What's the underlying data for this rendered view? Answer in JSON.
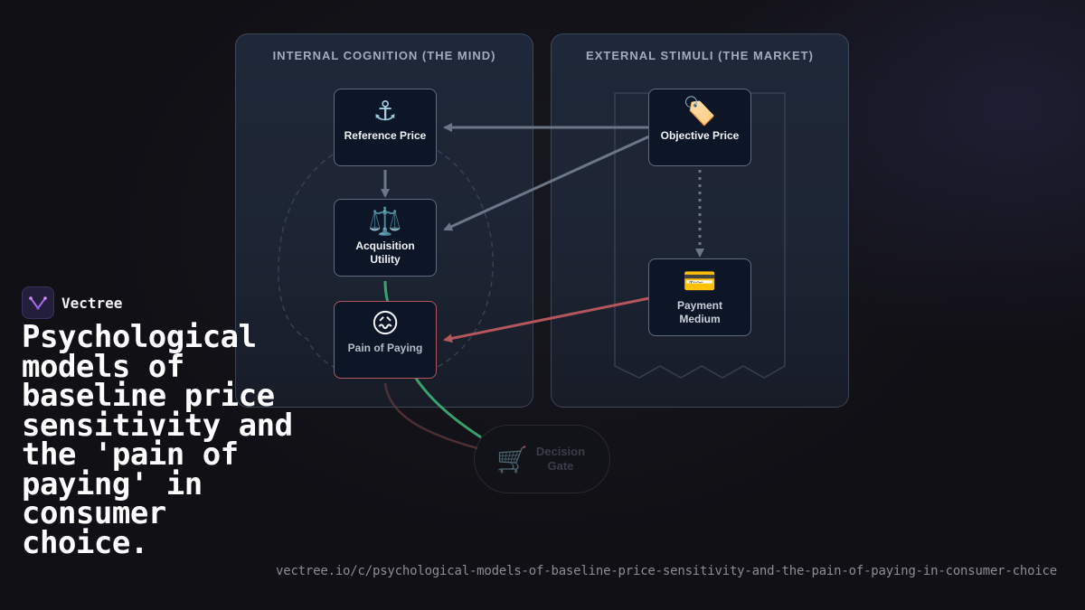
{
  "diagram": {
    "panels": {
      "internal_title": "INTERNAL COGNITION (THE MIND)",
      "external_title": "EXTERNAL STIMULI (THE MARKET)"
    },
    "nodes": {
      "reference_price": {
        "icon": "⚓",
        "icon_name": "anchor-icon",
        "label": "Reference Price"
      },
      "acquisition_utility": {
        "icon": "⚖️",
        "icon_name": "scales-icon",
        "label": "Acquisition Utility"
      },
      "pain_of_paying": {
        "icon": "😖",
        "icon_name": "confounded-face-icon",
        "label": "Pain of Paying"
      },
      "objective_price": {
        "icon": "🏷️",
        "icon_name": "price-tag-icon",
        "label": "Objective Price"
      },
      "payment_medium": {
        "icon": "💳",
        "icon_name": "credit-card-icon",
        "label": "Payment Medium"
      },
      "decision_gate": {
        "icon": "🛒",
        "icon_name": "shopping-cart-icon",
        "label": "Decision Gate"
      }
    },
    "colors": {
      "arrow_gray": "#6b7689",
      "arrow_red": "#b4565c",
      "flow_green": "#3dbb7a",
      "flow_red_faded": "#6a3a40"
    }
  },
  "brand": {
    "name": "Vectree",
    "icon_name": "vectree-logo-icon"
  },
  "headline": "Psychological models of baseline price sensitivity and the 'pain of paying' in consumer choice.",
  "url": "vectree.io/c/psychological-models-of-baseline-price-sensitivity-and-the-pain-of-paying-in-consumer-choice"
}
